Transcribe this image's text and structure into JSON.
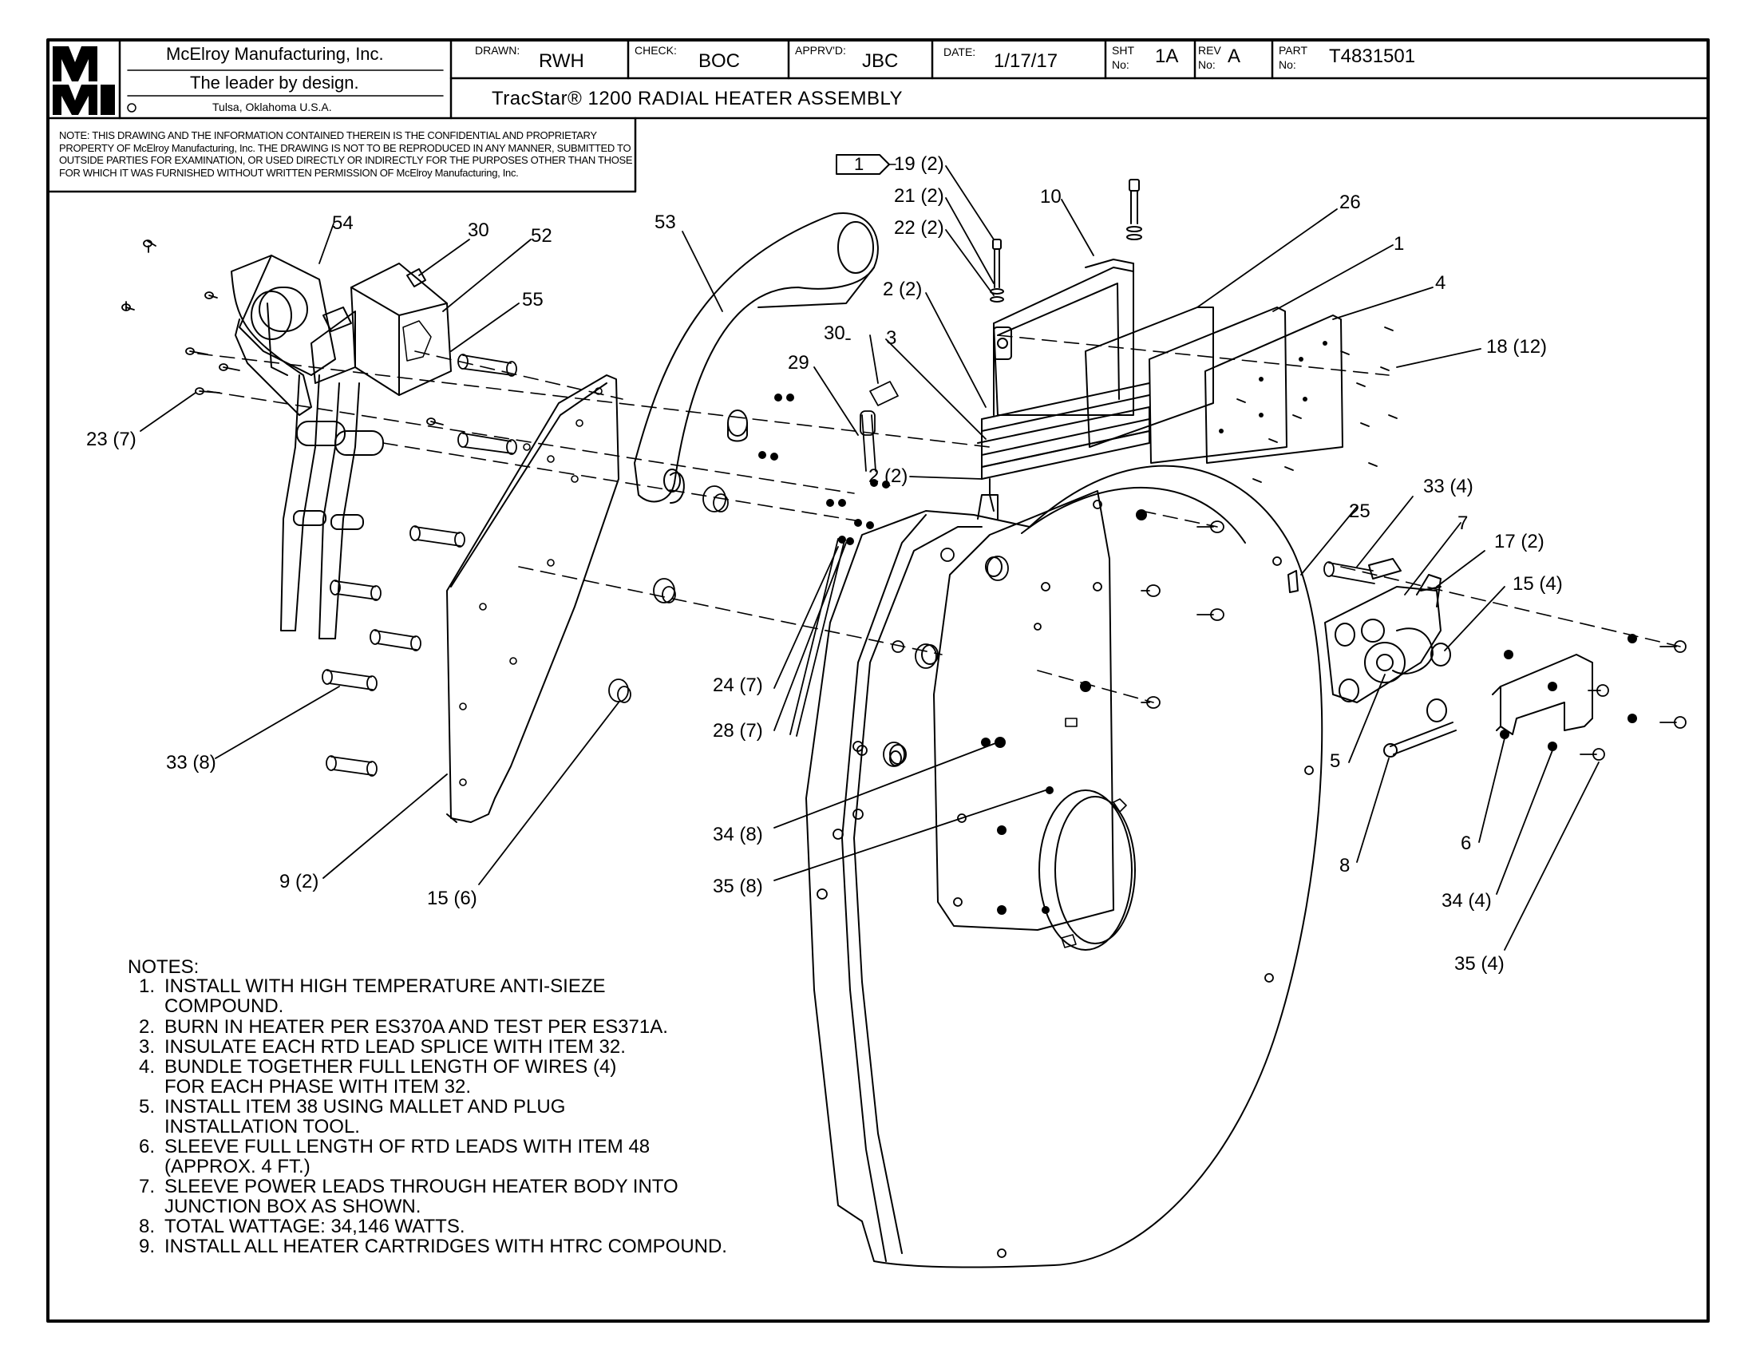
{
  "title_block": {
    "logo": "MMI",
    "company": "McElroy Manufacturing, Inc.",
    "tagline": "The leader by design.",
    "city": "Tulsa, Oklahoma U.S.A.",
    "drawn_label": "DRAWN:",
    "drawn_value": "RWH",
    "check_label": "CHECK:",
    "check_value": "BOC",
    "apprvd_label": "APPRV'D:",
    "apprvd_value": "JBC",
    "date_label": "DATE:",
    "date_value": "1/17/17",
    "sht_label_1": "SHT",
    "sht_label_2": "No:",
    "sht_value": "1A",
    "rev_label_1": "REV",
    "rev_label_2": "No:",
    "rev_value": "A",
    "part_label_1": "PART",
    "part_label_2": "No:",
    "part_value": "T4831501",
    "drawing_title": "TracStar® 1200 RADIAL HEATER ASSEMBLY"
  },
  "confidential_notice": "NOTE: THIS DRAWING AND THE INFORMATION CONTAINED THEREIN IS THE CONFIDENTIAL AND PROPRIETARY PROPERTY OF McElroy Manufacturing, Inc. THE DRAWING IS NOT TO BE REPRODUCED IN ANY MANNER, SUBMITTED TO OUTSIDE PARTIES FOR EXAMINATION, OR USED DIRECTLY OR INDIRECTLY FOR THE PURPOSES OTHER THAN THOSE FOR WHICH IT WAS FURNISHED WITHOUT WRITTEN PERMISSION OF McElroy Manufacturing, Inc.",
  "notes": {
    "heading": "NOTES:",
    "items": [
      {
        "num": "1.",
        "line1": "INSTALL WITH HIGH TEMPERATURE ANTI-SIEZE",
        "line2": "COMPOUND."
      },
      {
        "num": "2.",
        "line1": "BURN IN HEATER PER ES370A AND TEST PER ES371A.",
        "line2": ""
      },
      {
        "num": "3.",
        "line1": "INSULATE EACH RTD LEAD SPLICE WITH ITEM 32.",
        "line2": ""
      },
      {
        "num": "4.",
        "line1": "BUNDLE TOGETHER FULL LENGTH OF WIRES (4)",
        "line2": "FOR EACH PHASE WITH ITEM 32."
      },
      {
        "num": "5.",
        "line1": "INSTALL ITEM 38 USING MALLET AND PLUG",
        "line2": "INSTALLATION TOOL."
      },
      {
        "num": "6.",
        "line1": "SLEEVE FULL LENGTH OF RTD LEADS WITH ITEM 48",
        "line2": "(APPROX. 4 FT.)"
      },
      {
        "num": "7.",
        "line1": "SLEEVE POWER LEADS THROUGH HEATER BODY INTO",
        "line2": "JUNCTION BOX AS SHOWN."
      },
      {
        "num": "8.",
        "line1": "TOTAL WATTAGE: 34,146 WATTS.",
        "line2": ""
      },
      {
        "num": "9.",
        "line1": "INSTALL ALL HEATER CARTRIDGES WITH HTRC COMPOUND.",
        "line2": ""
      }
    ]
  },
  "note_flag": "1",
  "callouts": {
    "c54": "54",
    "c30a": "30",
    "c52": "52",
    "c55": "55",
    "c53": "53",
    "c19": "19 (2)",
    "c21": "21 (2)",
    "c22": "22 (2)",
    "c10": "10",
    "c26": "26",
    "c1": "1",
    "c4": "4",
    "c2a": "2 (2)",
    "c30b": "30",
    "c29": "29",
    "c3": "3",
    "c18": "18 (12)",
    "c23": "23 (7)",
    "c2b": "2 (2)",
    "c33a": "33 (4)",
    "c25": "25",
    "c7": "7",
    "c17": "17 (2)",
    "c15a": "15 (4)",
    "c24": "24 (7)",
    "c28": "28 (7)",
    "c33b": "33 (8)",
    "c5": "5",
    "c34a": "34 (8)",
    "c35a": "35 (8)",
    "c9": "9 (2)",
    "c15b": "15 (6)",
    "c8": "8",
    "c6": "6",
    "c34b": "34 (4)",
    "c35b": "35 (4)"
  }
}
